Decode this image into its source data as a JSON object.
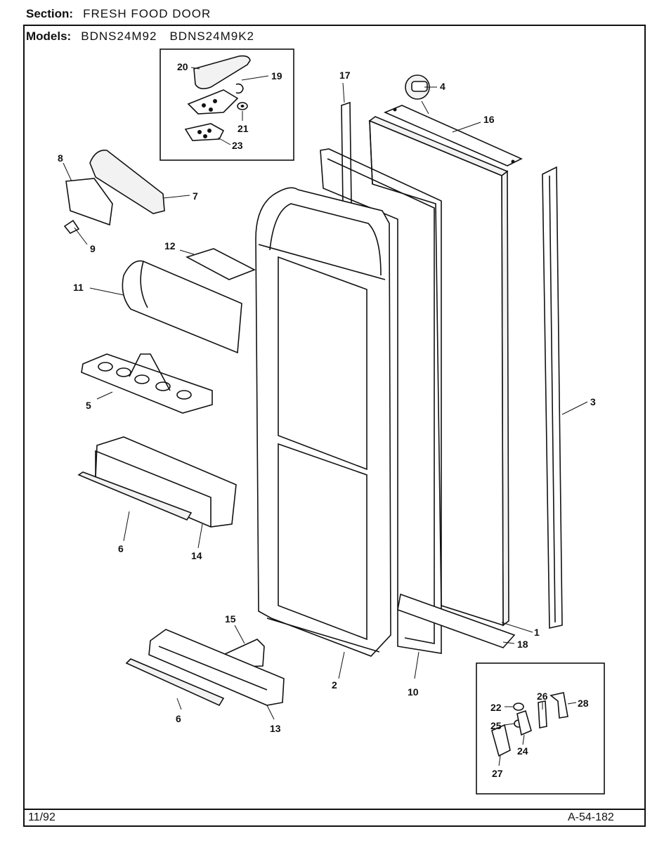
{
  "header": {
    "section_label": "Section:",
    "section_value": "FRESH FOOD DOOR",
    "models_label": "Models:",
    "model_1": "BDNS24M92",
    "model_2": "BDNS24M9K2"
  },
  "footer": {
    "date": "11/92",
    "drawing_number": "A-54-182"
  },
  "callouts": {
    "c1": "1",
    "c2": "2",
    "c3": "3",
    "c4": "4",
    "c5": "5",
    "c6a": "6",
    "c6b": "6",
    "c7": "7",
    "c8": "8",
    "c9": "9",
    "c10": "10",
    "c11": "11",
    "c12": "12",
    "c13": "13",
    "c14": "14",
    "c15": "15",
    "c16": "16",
    "c17": "17",
    "c18": "18",
    "c19": "19",
    "c20": "20",
    "c21": "21",
    "c22": "22",
    "c23": "23",
    "c24": "24",
    "c25": "25",
    "c26": "26",
    "c27": "27",
    "c28": "28"
  }
}
